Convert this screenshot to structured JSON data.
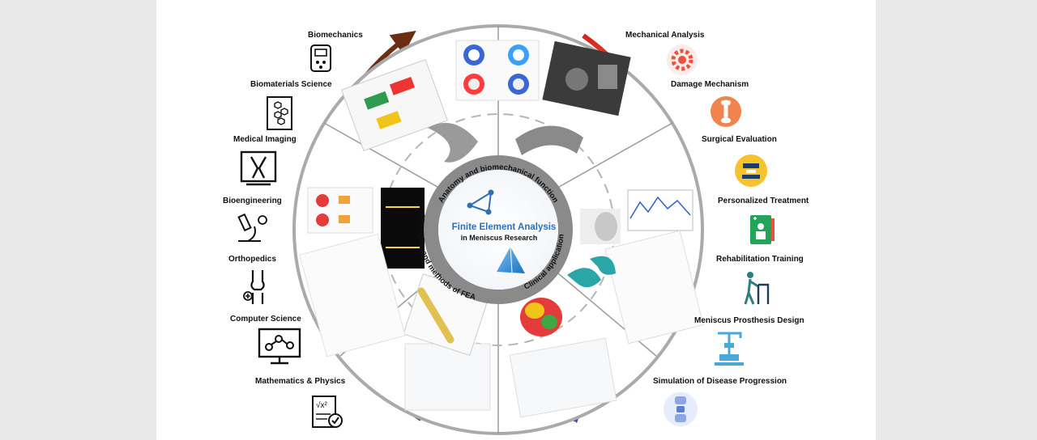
{
  "left_disciplines": [
    {
      "label": "Biomechanics",
      "icon": "meter-icon"
    },
    {
      "label": "Biomaterials Science",
      "icon": "hexagon-grid-icon"
    },
    {
      "label": "Medical Imaging",
      "icon": "xray-monitor-icon"
    },
    {
      "label": "Bioengineering",
      "icon": "microscope-icon"
    },
    {
      "label": "Orthopedics",
      "icon": "knee-joint-icon"
    },
    {
      "label": "Computer Science",
      "icon": "network-monitor-icon"
    },
    {
      "label": "Mathematics & Physics",
      "icon": "formula-document-icon"
    }
  ],
  "right_applications": [
    {
      "label": "Mechanical Analysis",
      "icon": "gear-icon",
      "color": "#e8533a"
    },
    {
      "label": "Damage Mechanism",
      "icon": "bone-icon",
      "color": "#f0844c"
    },
    {
      "label": "Surgical Evaluation",
      "icon": "surgical-lamp-icon",
      "color": "#f5c32c"
    },
    {
      "label": "Personalized Treatment",
      "icon": "medical-record-icon",
      "color": "#22a55a"
    },
    {
      "label": "Rehabilitation Training",
      "icon": "walker-person-icon",
      "color": "#2e7d7f"
    },
    {
      "label": "Meniscus Prosthesis Design",
      "icon": "robotic-arm-icon",
      "color": "#4aa8d8"
    },
    {
      "label": "Simulation of Disease Progression",
      "icon": "spine-joint-icon",
      "color": "#5b7fd6"
    }
  ],
  "center": {
    "title": "Finite Element Analysis",
    "subtitle": "in Meniscus Research"
  },
  "ring_labels": {
    "top": "Anatomy and biomechanical function",
    "left": "Principles and methods of FEA",
    "right": "Clinical application"
  },
  "colors": {
    "left_arrow": "#6b2e12",
    "ring": "#aaaaaa",
    "title_blue": "#2f6fb5",
    "gradient": [
      "#d62020",
      "#f08a24",
      "#f5d21c",
      "#7bc043",
      "#1aa29a",
      "#2b7fd6",
      "#5a3fb0"
    ]
  }
}
